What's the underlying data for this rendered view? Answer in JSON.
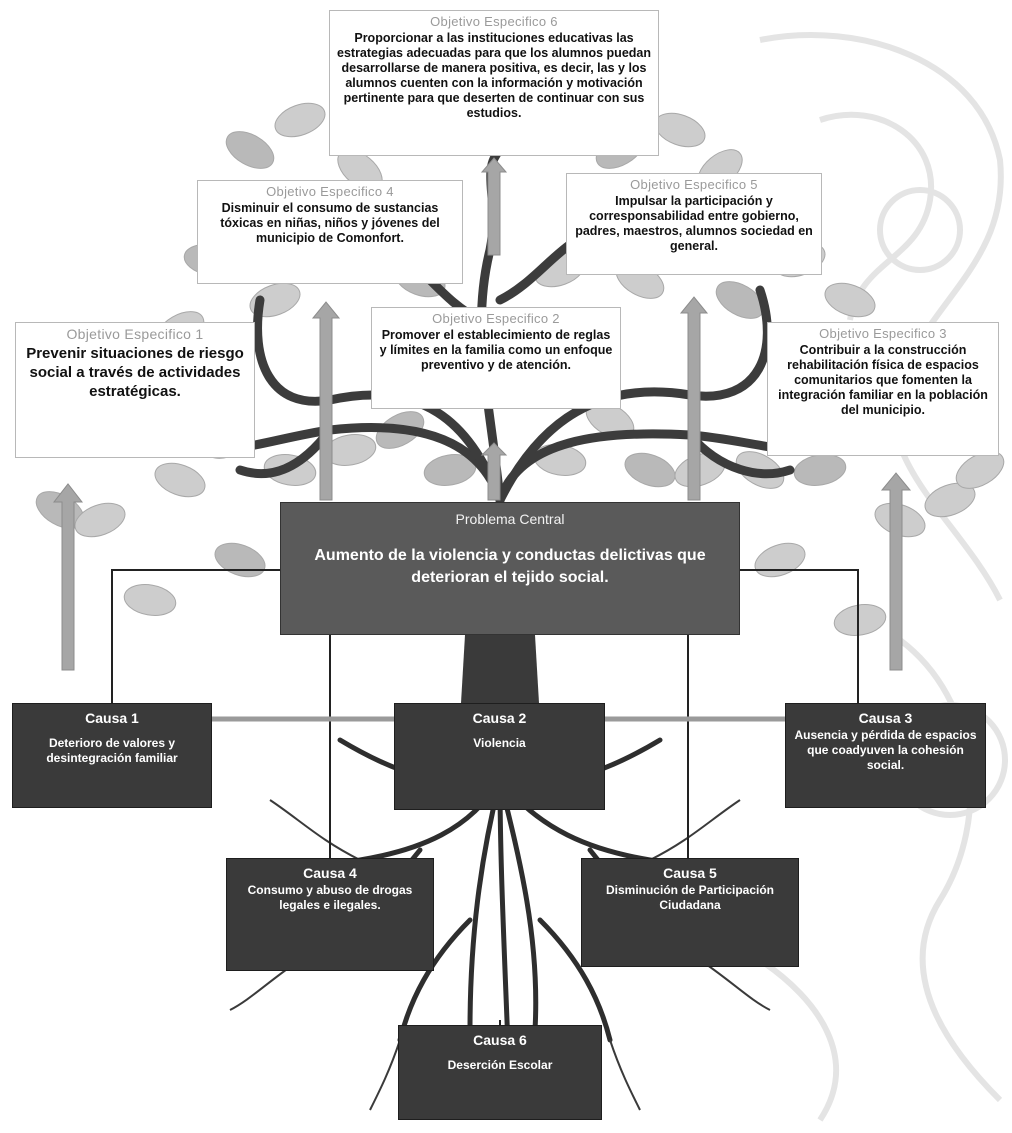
{
  "objectives": [
    {
      "id": 6,
      "title": "Objetivo Especifico 6",
      "text": "Proporcionar a las instituciones educativas las estrategias adecuadas para que los alumnos puedan desarrollarse de manera positiva, es decir, las y los alumnos cuenten con la información y motivación pertinente para que deserten de continuar con sus estudios."
    },
    {
      "id": 4,
      "title": "Objetivo Especifico 4",
      "text": "Disminuir el consumo de sustancias tóxicas en niñas, niños y jóvenes del municipio de Comonfort."
    },
    {
      "id": 5,
      "title": "Objetivo Especifico 5",
      "text": "Impulsar la participación y corresponsabilidad entre gobierno, padres, maestros, alumnos sociedad en general."
    },
    {
      "id": 1,
      "title": "Objetivo Especifico 1",
      "text": "Prevenir situaciones de riesgo social a través de actividades estratégicas."
    },
    {
      "id": 2,
      "title": "Objetivo Especifico 2",
      "text": "Promover el establecimiento de reglas y límites en la familia como un enfoque preventivo y de atención."
    },
    {
      "id": 3,
      "title": "Objetivo Especifico 3",
      "text": "Contribuir a la construcción rehabilitación física de espacios comunitarios que fomenten la integración familiar en la población del municipio."
    }
  ],
  "central_problem": {
    "title": "Problema Central",
    "text": "Aumento de la violencia y conductas delictivas que deterioran el tejido social."
  },
  "causes": [
    {
      "id": 1,
      "title": "Causa 1",
      "text": "Deterioro de valores y desintegración familiar"
    },
    {
      "id": 2,
      "title": "Causa 2",
      "text": "Violencia"
    },
    {
      "id": 3,
      "title": "Causa 3",
      "text": "Ausencia y pérdida de espacios que coadyuven la cohesión social."
    },
    {
      "id": 4,
      "title": "Causa 4",
      "text": "Consumo y abuso de drogas legales e ilegales."
    },
    {
      "id": 5,
      "title": "Causa 5",
      "text": "Disminución de Participación Ciudadana"
    },
    {
      "id": 6,
      "title": "Causa 6",
      "text": "Deserción Escolar"
    }
  ],
  "colors": {
    "cause_fill": "#3a3a3a",
    "central_fill": "#5a5a5a",
    "objective_fill": "#ffffff",
    "leaf": "#c9c9c9",
    "branch": "#3c3c3c",
    "arrow": "#a6a6a6"
  }
}
